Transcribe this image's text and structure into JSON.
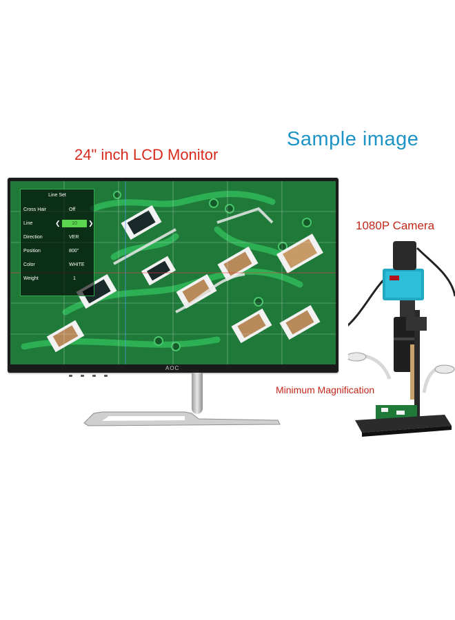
{
  "labels": {
    "sample": "Sample image",
    "monitor": "24\" inch LCD Monitor",
    "camera": "1080P Camera",
    "magnification": "Minimum Magnification"
  },
  "monitor": {
    "logo": "AOC"
  },
  "osd": {
    "title": "Line Set",
    "rows": [
      {
        "key": "Cross Hair",
        "value": "Off"
      },
      {
        "key": "Line",
        "value": "10"
      },
      {
        "key": "Direction",
        "value": "VER"
      },
      {
        "key": "Position",
        "value": "800\""
      },
      {
        "key": "Color",
        "value": "WHITE"
      },
      {
        "key": "Weight",
        "value": "1"
      }
    ]
  },
  "colors": {
    "pcb_green": "#1f7a3a",
    "sample_blue": "#1e93c6",
    "label_red": "#d82a1c",
    "camera_blue": "#21a9c4"
  }
}
